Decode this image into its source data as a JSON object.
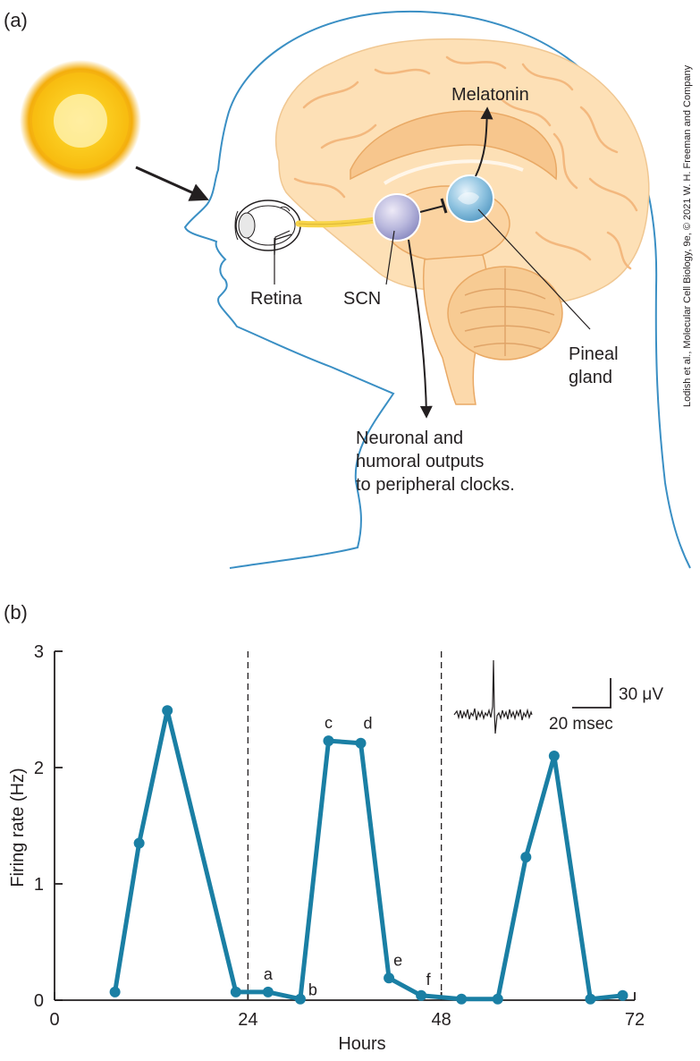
{
  "panel_a": {
    "label": "(a)",
    "callouts": {
      "melatonin": "Melatonin",
      "retina": "Retina",
      "scn": "SCN",
      "pineal_1": "Pineal",
      "pineal_2": "gland",
      "outputs_1": "Neuronal and",
      "outputs_2": "humoral outputs",
      "outputs_3": "to peripheral clocks."
    },
    "credit": "Lodish et al., Molecular Cell Biology, 9e, © 2021 W. H. Freeman and Company",
    "colors": {
      "head_outline": "#3a8fc4",
      "brain": "#fde0b6",
      "brain_fold": "#f3b87e",
      "sun": "#f9c20f",
      "sun_core": "#fff7c2",
      "optic_nerve": "#f8d54a",
      "scn": "#b9b8dd",
      "pineal": "#8fc3e0"
    },
    "icons": [
      "sun-icon",
      "eye-icon",
      "brain-illustration"
    ]
  },
  "panel_b": {
    "label": "(b)",
    "scale_bar": {
      "voltage": "30 μV",
      "time": "20 msec"
    },
    "chart_data": {
      "type": "line",
      "xlabel": "Hours",
      "ylabel": "Firing rate (Hz)",
      "xlim": [
        0,
        72
      ],
      "ylim": [
        0,
        3
      ],
      "xticks": [
        0,
        24,
        48,
        72
      ],
      "yticks": [
        0,
        1,
        2,
        3
      ],
      "vlines": [
        24,
        48
      ],
      "grid": false,
      "color": "#1a7fa4",
      "x": [
        7.5,
        10.5,
        14,
        22.5,
        26.5,
        30.5,
        34,
        38,
        41.5,
        45.5,
        50.5,
        55,
        58.5,
        62,
        66.5,
        70.5
      ],
      "values": [
        0.07,
        1.35,
        2.49,
        0.07,
        0.07,
        0.01,
        2.23,
        2.21,
        0.19,
        0.04,
        0.01,
        0.01,
        1.23,
        2.1,
        0.01,
        0.04
      ],
      "point_labels": [
        {
          "index": 4,
          "text": "a"
        },
        {
          "index": 5,
          "text": "b"
        },
        {
          "index": 6,
          "text": "c"
        },
        {
          "index": 7,
          "text": "d"
        },
        {
          "index": 8,
          "text": "e"
        },
        {
          "index": 9,
          "text": "f"
        }
      ]
    }
  }
}
